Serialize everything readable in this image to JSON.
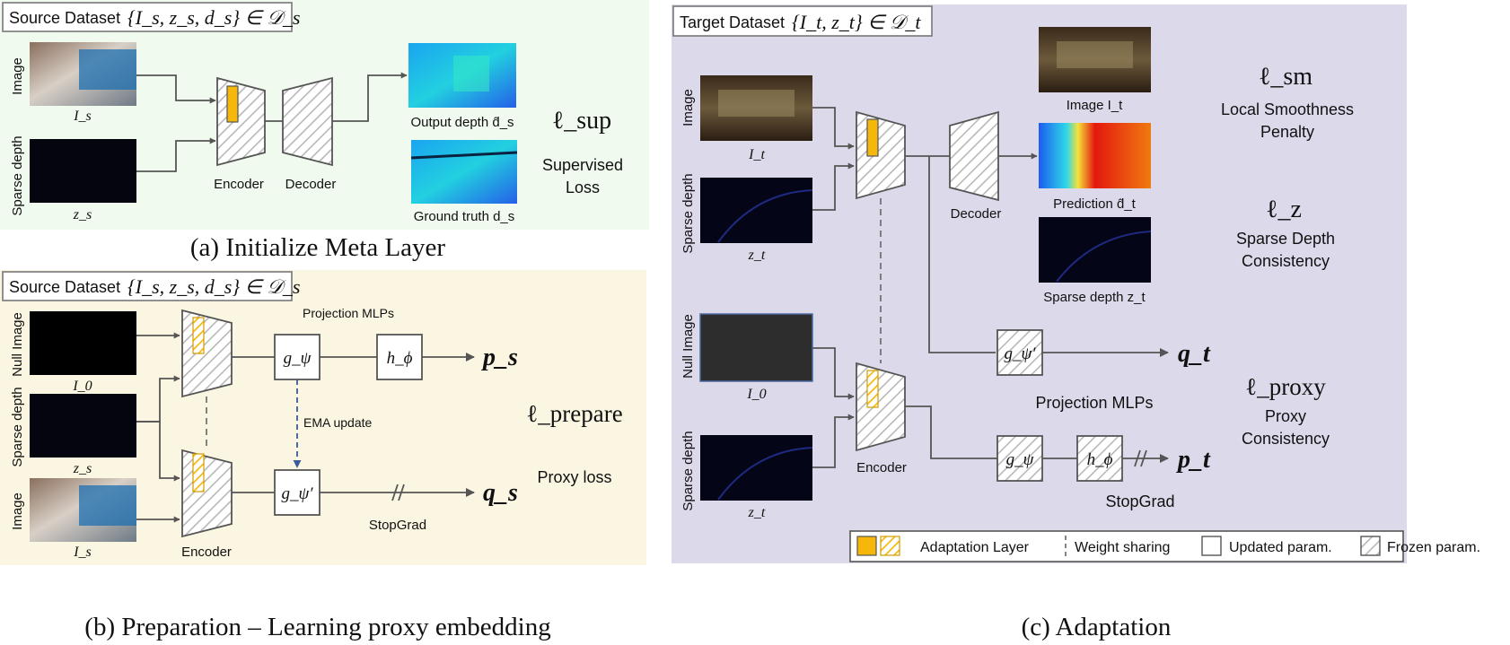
{
  "panel_a": {
    "dataset": "Source Dataset",
    "dataset_math": "{I_s, z_s, d_s} ∈ 𝒟_s",
    "image_row_label": "Image",
    "image_var": "I_s",
    "sparse_row_label": "Sparse depth",
    "sparse_var": "z_s",
    "encoder": "Encoder",
    "decoder": "Decoder",
    "output_label": "Output depth d̂_s",
    "gt_label": "Ground truth d_s",
    "loss_symbol": "ℓ_sup",
    "loss_name_1": "Supervised",
    "loss_name_2": "Loss",
    "caption": "(a) Initialize Meta Layer"
  },
  "panel_b": {
    "dataset": "Source Dataset",
    "dataset_math": "{I_s, z_s, d_s} ∈ 𝒟_s",
    "null_row_label": "Null Image",
    "null_var": "I_0",
    "sparse_row_label": "Sparse depth",
    "sparse_var": "z_s",
    "image_row_label": "Image",
    "image_var": "I_s",
    "projection": "Projection MLPs",
    "g_psi": "g_ψ",
    "h_phi": "h_ϕ",
    "g_psi_prime": "g_ψ′",
    "p_out": "p_s",
    "q_out": "q_s",
    "ema": "EMA update",
    "stopgrad": "StopGrad",
    "encoder": "Encoder",
    "loss_symbol": "ℓ_prepare",
    "loss_name": "Proxy loss",
    "caption": "(b) Preparation – Learning proxy embedding"
  },
  "panel_c": {
    "dataset": "Target Dataset",
    "dataset_math": "{I_t, z_t} ∈ 𝒟_t",
    "image_row_label": "Image",
    "image_var": "I_t",
    "sparse_row_label": "Sparse depth",
    "sparse_var": "z_t",
    "decoder": "Decoder",
    "image_out_label": "Image I_t",
    "prediction_label": "Prediction d̂_t",
    "sparse_out_label": "Sparse depth z_t",
    "null_row_label": "Null Image",
    "null_var": "I_0",
    "sparse_row_label_2": "Sparse depth",
    "sparse_var_2": "z_t",
    "encoder": "Encoder",
    "g_psi_prime": "g_ψ′",
    "g_psi": "g_ψ",
    "h_phi": "h_ϕ",
    "q_out": "q_t",
    "p_out": "p_t",
    "projection": "Projection MLPs",
    "stopgrad": "StopGrad",
    "l_sm": "ℓ_sm",
    "l_sm_name_1": "Local Smoothness",
    "l_sm_name_2": "Penalty",
    "l_z": "ℓ_z",
    "l_z_name_1": "Sparse Depth",
    "l_z_name_2": "Consistency",
    "l_proxy": "ℓ_proxy",
    "l_proxy_name_1": "Proxy",
    "l_proxy_name_2": "Consistency",
    "caption": "(c) Adaptation"
  },
  "legend": {
    "adaptation": "Adaptation Layer",
    "sharing": "Weight sharing",
    "updated": "Updated param.",
    "frozen": "Frozen param."
  },
  "colors": {
    "panel_a_bg": "#f1faee",
    "panel_b_bg": "#fbf6e1",
    "panel_c_bg": "#dcdaea",
    "adaptation_layer": "#f5b80a",
    "ema_arrow": "#3d5a99"
  }
}
